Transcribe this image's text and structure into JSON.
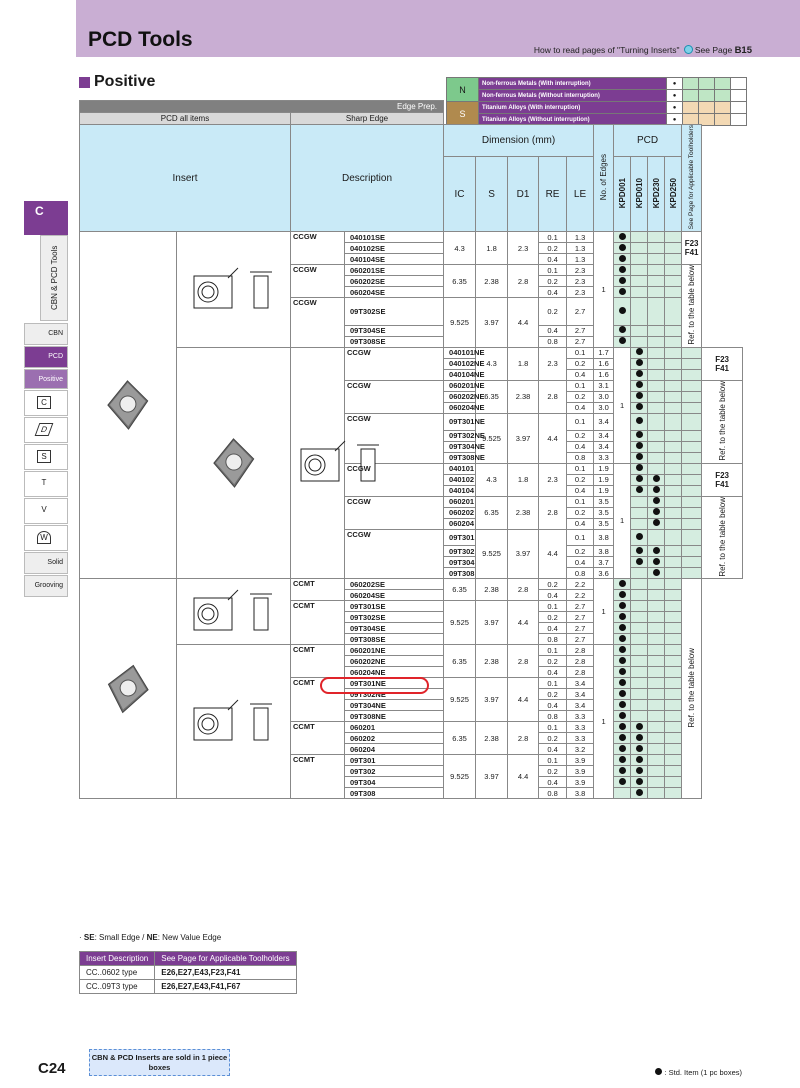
{
  "header": {
    "title": "PCD Tools",
    "note_prefix": "How to read pages of \"Turning Inserts\"",
    "note_see": "See Page",
    "note_page": "B15"
  },
  "section": {
    "title": "Positive"
  },
  "side": {
    "letter": "C",
    "vertical": "CBN & PCD Tools",
    "items": [
      "CBN",
      "PCD",
      "Positive"
    ],
    "shape_icons": [
      "C",
      "D",
      "S",
      "T",
      "V",
      "W"
    ],
    "tail": [
      "Solid",
      "Grooving"
    ]
  },
  "legend": {
    "N": "N",
    "S": "S",
    "rows": [
      "Non-ferrous Metals (With interruption)",
      "Non-ferrous Metals (Without interruption)",
      "Titanium Alloys (With interruption)",
      "Titanium Alloys (Without interruption)"
    ]
  },
  "table": {
    "edge_prep": "Edge Prep.",
    "pcd_all": "PCD all items",
    "sharp_edge": "Sharp Edge",
    "insert": "Insert",
    "description": "Description",
    "dimension": "Dimension (mm)",
    "pcd": "PCD",
    "cols": [
      "IC",
      "S",
      "D1",
      "RE",
      "LE"
    ],
    "edges_col": "No. of Edges",
    "grades": [
      "KPD001",
      "KPD010",
      "KPD230",
      "KPD250"
    ],
    "see_page": "See Page for Applicable Toolholders",
    "ref_text": "Ref. to the table below",
    "f23": "F23",
    "f41": "F41",
    "groups": [
      {
        "prefix": "CCGW",
        "codes": [
          "040101SE",
          "040102SE",
          "040104SE"
        ],
        "ic": "4.3",
        "s": "1.8",
        "d1": "2.3",
        "re": [
          "0.1",
          "0.2",
          "0.4"
        ],
        "le": [
          "1.3",
          "1.3",
          "1.3"
        ]
      },
      {
        "prefix": "CCGW",
        "codes": [
          "060201SE",
          "060202SE",
          "060204SE"
        ],
        "ic": "6.35",
        "s": "2.38",
        "d1": "2.8",
        "re": [
          "0.1",
          "0.2",
          "0.4"
        ],
        "le": [
          "2.3",
          "2.3",
          "2.3"
        ]
      },
      {
        "prefix": "CCGW",
        "codes": [
          "09T302SE",
          "09T304SE",
          "09T308SE"
        ],
        "ic": "9.525",
        "s": "3.97",
        "d1": "4.4",
        "re": [
          "0.2",
          "0.4",
          "0.8"
        ],
        "le": [
          "2.7",
          "2.7",
          "2.7"
        ]
      },
      {
        "prefix": "CCGW",
        "codes": [
          "040101NE",
          "040102NE",
          "040104NE"
        ],
        "ic": "4.3",
        "s": "1.8",
        "d1": "2.3",
        "re": [
          "0.1",
          "0.2",
          "0.4"
        ],
        "le": [
          "1.7",
          "1.6",
          "1.6"
        ]
      },
      {
        "prefix": "CCGW",
        "codes": [
          "060201NE",
          "060202NE",
          "060204NE"
        ],
        "ic": "6.35",
        "s": "2.38",
        "d1": "2.8",
        "re": [
          "0.1",
          "0.2",
          "0.4"
        ],
        "le": [
          "3.1",
          "3.0",
          "3.0"
        ]
      },
      {
        "prefix": "CCGW",
        "codes": [
          "09T301NE",
          "09T302NE",
          "09T304NE",
          "09T308NE"
        ],
        "ic": "9.525",
        "s": "3.97",
        "d1": "4.4",
        "re": [
          "0.1",
          "0.2",
          "0.4",
          "0.8"
        ],
        "le": [
          "3.4",
          "3.4",
          "3.4",
          "3.3"
        ]
      },
      {
        "prefix": "CCGW",
        "codes": [
          "040101",
          "040102",
          "040104"
        ],
        "ic": "4.3",
        "s": "1.8",
        "d1": "2.3",
        "re": [
          "0.1",
          "0.2",
          "0.4"
        ],
        "le": [
          "1.9",
          "1.9",
          "1.9"
        ]
      },
      {
        "prefix": "CCGW",
        "codes": [
          "060201",
          "060202",
          "060204"
        ],
        "ic": "6.35",
        "s": "2.38",
        "d1": "2.8",
        "re": [
          "0.1",
          "0.2",
          "0.4"
        ],
        "le": [
          "3.5",
          "3.5",
          "3.5"
        ]
      },
      {
        "prefix": "CCGW",
        "codes": [
          "09T301",
          "09T302",
          "09T304",
          "09T308"
        ],
        "ic": "9.525",
        "s": "3.97",
        "d1": "4.4",
        "re": [
          "0.1",
          "0.2",
          "0.4",
          "0.8"
        ],
        "le": [
          "3.8",
          "3.8",
          "3.7",
          "3.6"
        ]
      },
      {
        "prefix": "CCMT",
        "codes": [
          "060202SE",
          "060204SE"
        ],
        "ic": "6.35",
        "s": "2.38",
        "d1": "2.8",
        "re": [
          "0.2",
          "0.4"
        ],
        "le": [
          "2.2",
          "2.2"
        ]
      },
      {
        "prefix": "CCMT",
        "codes": [
          "09T301SE",
          "09T302SE",
          "09T304SE",
          "09T308SE"
        ],
        "ic": "9.525",
        "s": "3.97",
        "d1": "4.4",
        "re": [
          "0.1",
          "0.2",
          "0.4",
          "0.8"
        ],
        "le": [
          "2.7",
          "2.7",
          "2.7",
          "2.7"
        ]
      },
      {
        "prefix": "CCMT",
        "codes": [
          "060201NE",
          "060202NE",
          "060204NE"
        ],
        "ic": "6.35",
        "s": "2.38",
        "d1": "2.8",
        "re": [
          "0.1",
          "0.2",
          "0.4"
        ],
        "le": [
          "2.8",
          "2.8",
          "2.8"
        ]
      },
      {
        "prefix": "CCMT",
        "codes": [
          "09T301NE",
          "09T302NE",
          "09T304NE",
          "09T308NE"
        ],
        "ic": "9.525",
        "s": "3.97",
        "d1": "4.4",
        "re": [
          "0.1",
          "0.2",
          "0.4",
          "0.8"
        ],
        "le": [
          "3.4",
          "3.4",
          "3.4",
          "3.3"
        ]
      },
      {
        "prefix": "CCMT",
        "codes": [
          "060201",
          "060202",
          "060204"
        ],
        "ic": "6.35",
        "s": "2.38",
        "d1": "2.8",
        "re": [
          "0.1",
          "0.2",
          "0.4"
        ],
        "le": [
          "3.3",
          "3.3",
          "3.2"
        ]
      },
      {
        "prefix": "CCMT",
        "codes": [
          "09T301",
          "09T302",
          "09T304",
          "09T308"
        ],
        "ic": "9.525",
        "s": "3.97",
        "d1": "4.4",
        "re": [
          "0.1",
          "0.2",
          "0.4",
          "0.8"
        ],
        "le": [
          "3.9",
          "3.9",
          "3.9",
          "3.8"
        ]
      }
    ]
  },
  "footnote": {
    "se": "SE",
    "se_txt": ": Small Edge / ",
    "ne": "NE",
    "ne_txt": ": New Value Edge"
  },
  "holders": {
    "h1": "Insert Description",
    "h2": "See Page for Applicable Toolholders",
    "rows": [
      [
        "CC..0602 type",
        "E26,E27,E43,F23,F41"
      ],
      [
        "CC..09T3 type",
        "E26,E27,E43,F41,F67"
      ]
    ]
  },
  "footer": {
    "page": "C24",
    "box": "CBN & PCD Inserts are sold in 1 piece boxes",
    "std": ": Std. Item (1 pc boxes)"
  }
}
